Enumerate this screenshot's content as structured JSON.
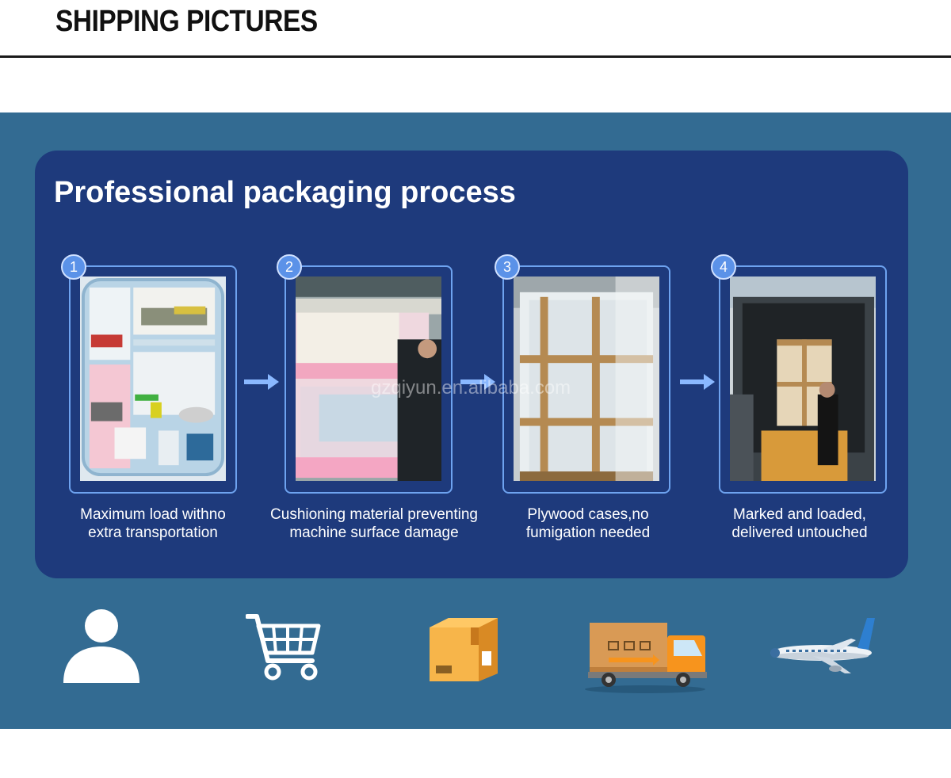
{
  "header": {
    "title": "SHIPPING PICTURES"
  },
  "panel": {
    "title": "Professional packaging process",
    "steps": [
      {
        "number": "1",
        "caption_line1": "Maximum load withno",
        "caption_line2": "extra transportation"
      },
      {
        "number": "2",
        "caption_line1": "Cushioning material preventing",
        "caption_line2": "machine surface damage"
      },
      {
        "number": "3",
        "caption_line1": "Plywood cases,no",
        "caption_line2": "fumigation needed"
      },
      {
        "number": "4",
        "caption_line1": "Marked and loaded,",
        "caption_line2": "delivered untouched"
      }
    ],
    "watermark": "gzqiyun.en.alibaba.com"
  },
  "icons": [
    "user-icon",
    "shopping-cart-icon",
    "package-box-icon",
    "delivery-truck-icon",
    "airplane-icon"
  ],
  "colors": {
    "band": "#336b92",
    "panel": "#1e3a7c",
    "step_border": "#6ea3f0",
    "badge": "#5b92e8",
    "box": "#f5a623",
    "truck_cab": "#f7941d"
  }
}
